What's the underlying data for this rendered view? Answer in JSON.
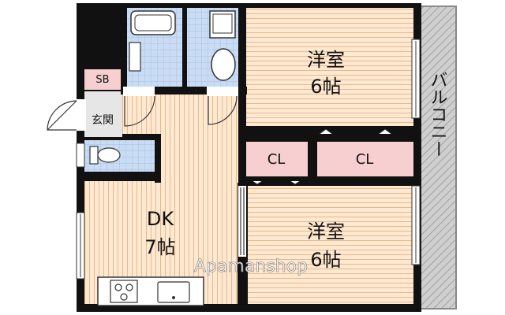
{
  "rooms": {
    "western_1": {
      "name": "洋室",
      "size": "6帖"
    },
    "western_2": {
      "name": "洋室",
      "size": "6帖"
    },
    "dk": {
      "name": "DK",
      "size": "7帖"
    },
    "closet_1": "CL",
    "closet_2": "CL",
    "entrance": "玄関",
    "shoe_box": "SB"
  },
  "balcony": "バルコニー",
  "watermark": "Apamanshop",
  "colors": {
    "wall": "#111111",
    "room_floor": "#fde8d2",
    "floor_line": "#e9b98c",
    "wet_area": "#c9dcf4",
    "closet": "#f8cfd0",
    "balcony": "#c8c8c8",
    "balcony_hatch": "#a0a0a0"
  }
}
